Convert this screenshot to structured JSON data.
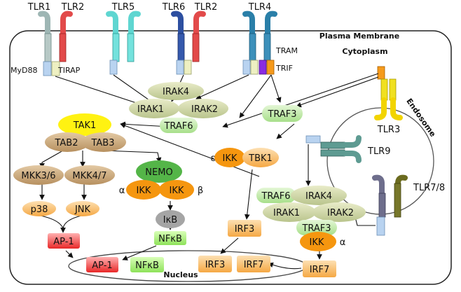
{
  "receptors": {
    "tlr1": "TLR1",
    "tlr2a": "TLR2",
    "tlr5": "TLR5",
    "tlr6": "TLR6",
    "tlr2b": "TLR2",
    "tlr4": "TLR4",
    "tlr3": "TLR3",
    "tlr9": "TLR9",
    "tlr78": "TLR7/8"
  },
  "compartments": {
    "plasma_membrane": "Plasma Membrane",
    "cytoplasm": "Cytoplasm",
    "endosome": "Endosome",
    "nucleus": "Nucleus"
  },
  "adaptors": {
    "myd88": "MyD88",
    "tirap": "TIRAP",
    "tram": "TRAM",
    "trif": "TRIF"
  },
  "nodes": {
    "irak4": "IRAK4",
    "irak1": "IRAK1",
    "irak2": "IRAK2",
    "traf6": "TRAF6",
    "traf3": "TRAF3",
    "tak1": "TAK1",
    "tab2": "TAB2",
    "tab3": "TAB3",
    "mkk36": "MKK3/6",
    "mkk47": "MKK4/7",
    "p38": "p38",
    "jnk": "JNK",
    "ap1": "AP-1",
    "ap1_nuc": "AP-1",
    "nemo": "NEMO",
    "ikk_a": "IKK",
    "ikk_b": "IKK",
    "alpha1": "α",
    "beta1": "β",
    "ikb": "IκB",
    "nfkb": "NFκB",
    "nfkb_nuc": "NFκB",
    "ikk_e": "IKK",
    "epsilon": "ε",
    "tbk1": "TBK1",
    "irf3": "IRF3",
    "irf3_nuc": "IRF3",
    "irf7_nuc": "IRF7",
    "traf6_e": "TRAF6",
    "irak4_e": "IRAK4",
    "irak1_e": "IRAK1",
    "irak2_e": "IRAK2",
    "traf3_e": "TRAF3",
    "ikk_alpha": "IKK",
    "alpha2": "α",
    "irf7": "IRF7"
  }
}
